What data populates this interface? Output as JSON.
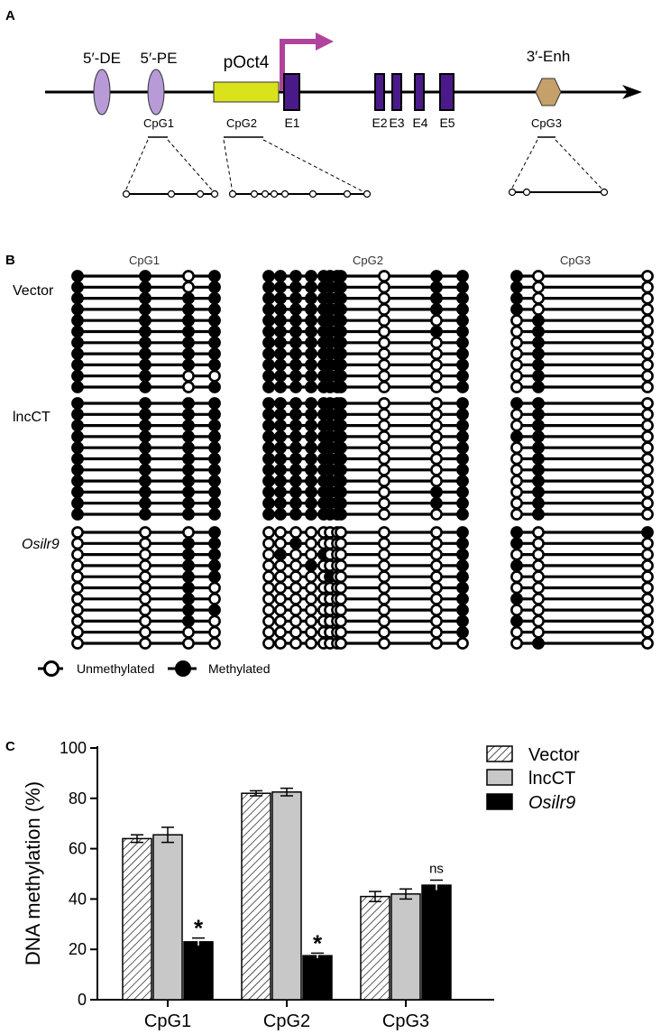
{
  "panel_a": {
    "label": "A",
    "features": {
      "de": "5′-DE",
      "pe": "5′-PE",
      "promoter": "pOct4",
      "enh": "3′-Enh"
    },
    "exons": [
      "E1",
      "E2",
      "E3",
      "E4",
      "E5"
    ],
    "cpg_regions": [
      "CpG1",
      "CpG2",
      "CpG3"
    ],
    "colors": {
      "de_pe": "#b79ad6",
      "promoter": "#d9e21b",
      "exon": "#4b1a8a",
      "arrow": "#b0439c",
      "enh": "#c5a06a"
    }
  },
  "panel_b": {
    "label": "B",
    "columns": [
      "CpG1",
      "CpG2",
      "CpG3"
    ],
    "groups": [
      {
        "name": "Vector",
        "italic": false,
        "clones": {
          "CpG1": [
            "1101",
            "1101",
            "1111",
            "1111",
            "1111",
            "1111",
            "1111",
            "1111",
            "1111",
            "1100",
            "1101"
          ],
          "CpG2": [
            "11111111011",
            "11111111011",
            "11111111011",
            "11111111011",
            "11111111001",
            "11111111011",
            "11111111001",
            "11111111001",
            "11111111001",
            "11111111001",
            "11111111001"
          ],
          "CpG3": [
            "100",
            "100",
            "100",
            "100",
            "010",
            "010",
            "010",
            "010",
            "010",
            "010",
            "010"
          ]
        }
      },
      {
        "name": "lncCT",
        "italic": false,
        "clones": {
          "CpG1": [
            "1111",
            "1111",
            "1111",
            "1111",
            "1111",
            "1111",
            "1111",
            "1111",
            "1111",
            "1111",
            "1111"
          ],
          "CpG2": [
            "11111111001",
            "11111111001",
            "11111111001",
            "11111111001",
            "11111111001",
            "11111111001",
            "11111111001",
            "11111111001",
            "11111111011",
            "11111111011",
            "11111111001"
          ],
          "CpG3": [
            "110",
            "010",
            "010",
            "110",
            "010",
            "010",
            "010",
            "010",
            "010",
            "010",
            "010"
          ]
        }
      },
      {
        "name": "Osilr9",
        "italic": true,
        "clones": {
          "CpG1": [
            "0001",
            "0011",
            "0011",
            "0011",
            "0011",
            "0010",
            "0010",
            "0011",
            "0010",
            "0000",
            "0000"
          ],
          "CpG2": [
            "00000000001",
            "00100000001",
            "01001000001",
            "00010000001",
            "00000100001",
            "00000000001",
            "00000000001",
            "00000000001",
            "00000000001",
            "00000000001",
            "00000000000"
          ],
          "CpG3": [
            "101",
            "100",
            "000",
            "100",
            "000",
            "000",
            "100",
            "000",
            "100",
            "000",
            "010"
          ]
        }
      }
    ],
    "legend": {
      "unmethylated": "Unmethylated",
      "methylated": "Methylated"
    }
  },
  "panel_c": {
    "label": "C"
  },
  "chart_data": {
    "type": "bar",
    "categories": [
      "CpG1",
      "CpG2",
      "CpG3"
    ],
    "series": [
      {
        "name": "Vector",
        "values": [
          64,
          82,
          41
        ],
        "errors": [
          1.5,
          1.0,
          2.0
        ],
        "fill": "hatched"
      },
      {
        "name": "lncCT",
        "values": [
          65.5,
          82.5,
          42
        ],
        "errors": [
          3.0,
          1.5,
          2.0
        ],
        "fill": "#c8c8c8"
      },
      {
        "name": "Osilr9",
        "values": [
          23,
          17.5,
          45.5
        ],
        "errors": [
          1.5,
          1.0,
          2.0
        ],
        "fill": "#000000"
      }
    ],
    "annotations": [
      "*",
      "*",
      "ns"
    ],
    "ylabel": "DNA methylation (%)",
    "ylim": [
      0,
      100
    ],
    "yticks": [
      "0",
      "20",
      "40",
      "60",
      "80",
      "100"
    ],
    "legend_position": "top-right",
    "grid": false
  }
}
